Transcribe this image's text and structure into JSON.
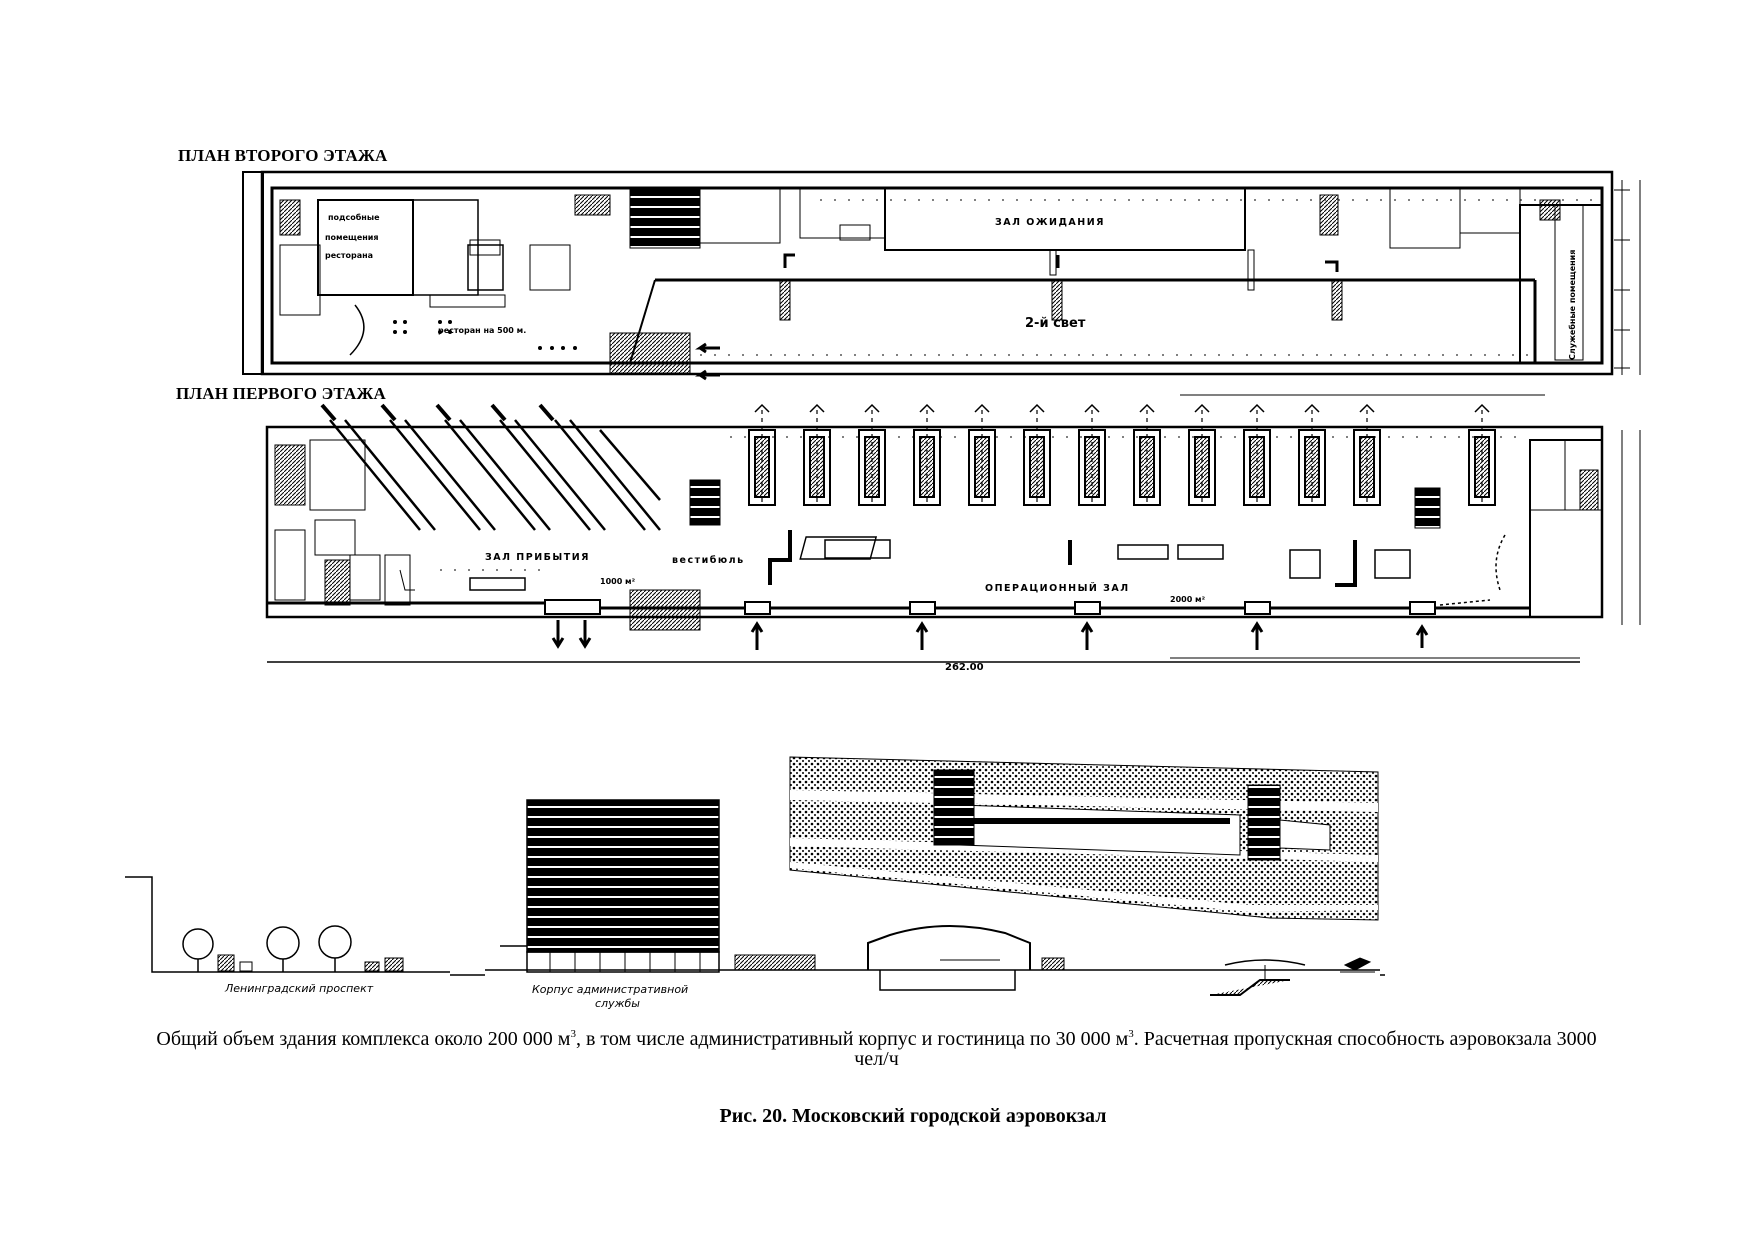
{
  "second_floor": {
    "heading": "ПЛАН ВТОРОГО ЭТАЖА",
    "rooms": {
      "aux1": "подсобные",
      "aux2": "помещения",
      "aux3": "ресторана",
      "restaurant": "ресторан на 500 м.",
      "waiting_hall": "ЗАЛ ОЖИДАНИЯ",
      "second_light": "2-й свет",
      "service": "Служебные помещения"
    }
  },
  "first_floor": {
    "heading": "ПЛАН ПЕРВОГО ЭТАЖА",
    "rooms": {
      "arrival_hall": "ЗАЛ ПРИБЫТИЯ",
      "arrival_area": "1000 м²",
      "vestibule": "вестибюль",
      "operations_hall": "ОПЕРАЦИОННЫЙ ЗАЛ",
      "operations_area": "2000 м²"
    },
    "total_length": "262.00"
  },
  "section": {
    "label_street": "Ленинградский проспект",
    "label_admin_line1": "Корпус административной",
    "label_admin_line2": "службы"
  },
  "summary": {
    "text_part1": "Общий объем здания комплекса около 200 000 м",
    "sup1": "3",
    "text_part2": ", в том числе административный корпус  и гостиница по 30 000 м",
    "sup2": "3",
    "text_part3": ". Расчетная пропускная способность аэровокзала 3000 чел/ч"
  },
  "figure_caption": "Рис. 20. Московский городской аэровокзал"
}
